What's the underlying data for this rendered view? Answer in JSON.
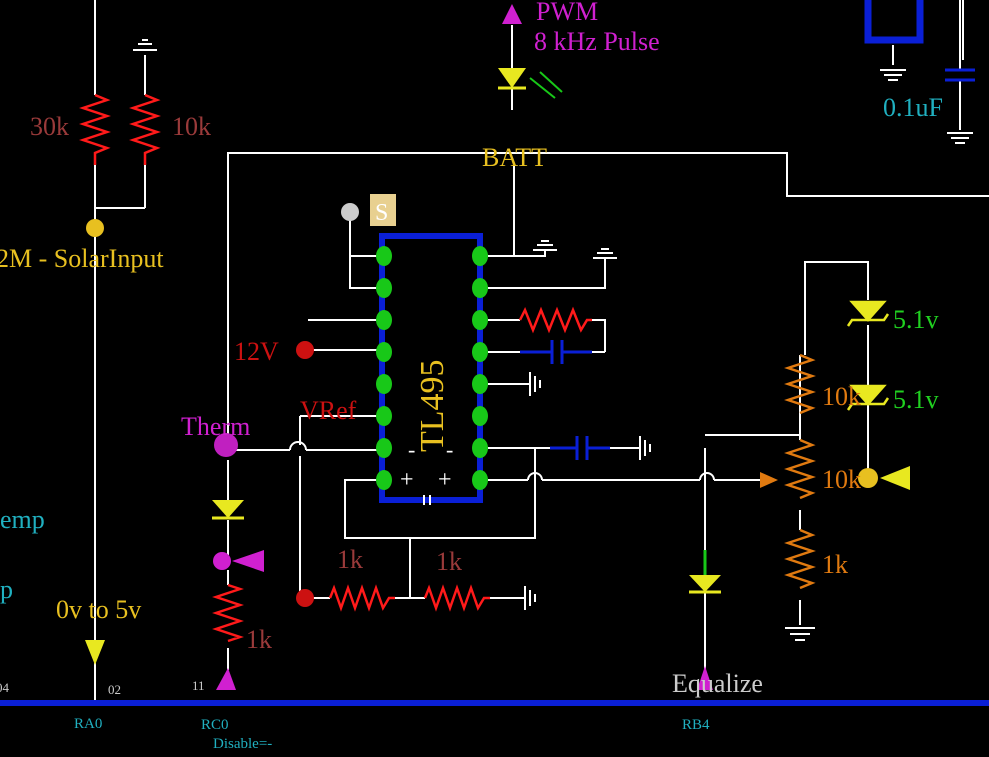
{
  "labels": {
    "pwm": "PWM",
    "pwm_freq": "8 kHz Pulse",
    "cap_top": "0.1uF",
    "r_30k": "30k",
    "r_10k_top": "10k",
    "batt": "BATT",
    "s_tag": "S",
    "solar": "2M - SolarInput",
    "v12": "12V",
    "vref": "VRef",
    "therm": "Therm",
    "chip": "TL495",
    "zener1": "5.1v",
    "zener2": "5.1v",
    "r_10k_a": "10k",
    "r_10k_b": "10k",
    "r_1k_right": "1k",
    "emp": "emp",
    "p": "p",
    "range": "0v to 5v",
    "r_1k_a": "1k",
    "r_1k_b": "1k",
    "r_1k_c": "1k",
    "pin_04": "04",
    "pin_02": "02",
    "pin_11": "11",
    "equalize": "Equalize",
    "port_ra0": "RA0",
    "port_rc0": "RC0",
    "port_rb4": "RB4",
    "disable": "Disable=-",
    "plus1": "+",
    "plus2": "+",
    "minus1": "-",
    "minus2": "-"
  },
  "colors": {
    "wire": "#ffffff",
    "resistor_red": "#ff1a1a",
    "resistor_orange": "#e07a10",
    "chip": "#0a1fd6",
    "pin": "#18c818",
    "bus": "#0a1fd6",
    "label_yellow": "#e8c020",
    "label_magenta": "#d020d0",
    "label_red": "#cc1111",
    "label_brown": "#9a3a3a",
    "label_cyan": "#20b0c0",
    "label_green": "#20d020",
    "diode_yellow": "#e8e820"
  }
}
